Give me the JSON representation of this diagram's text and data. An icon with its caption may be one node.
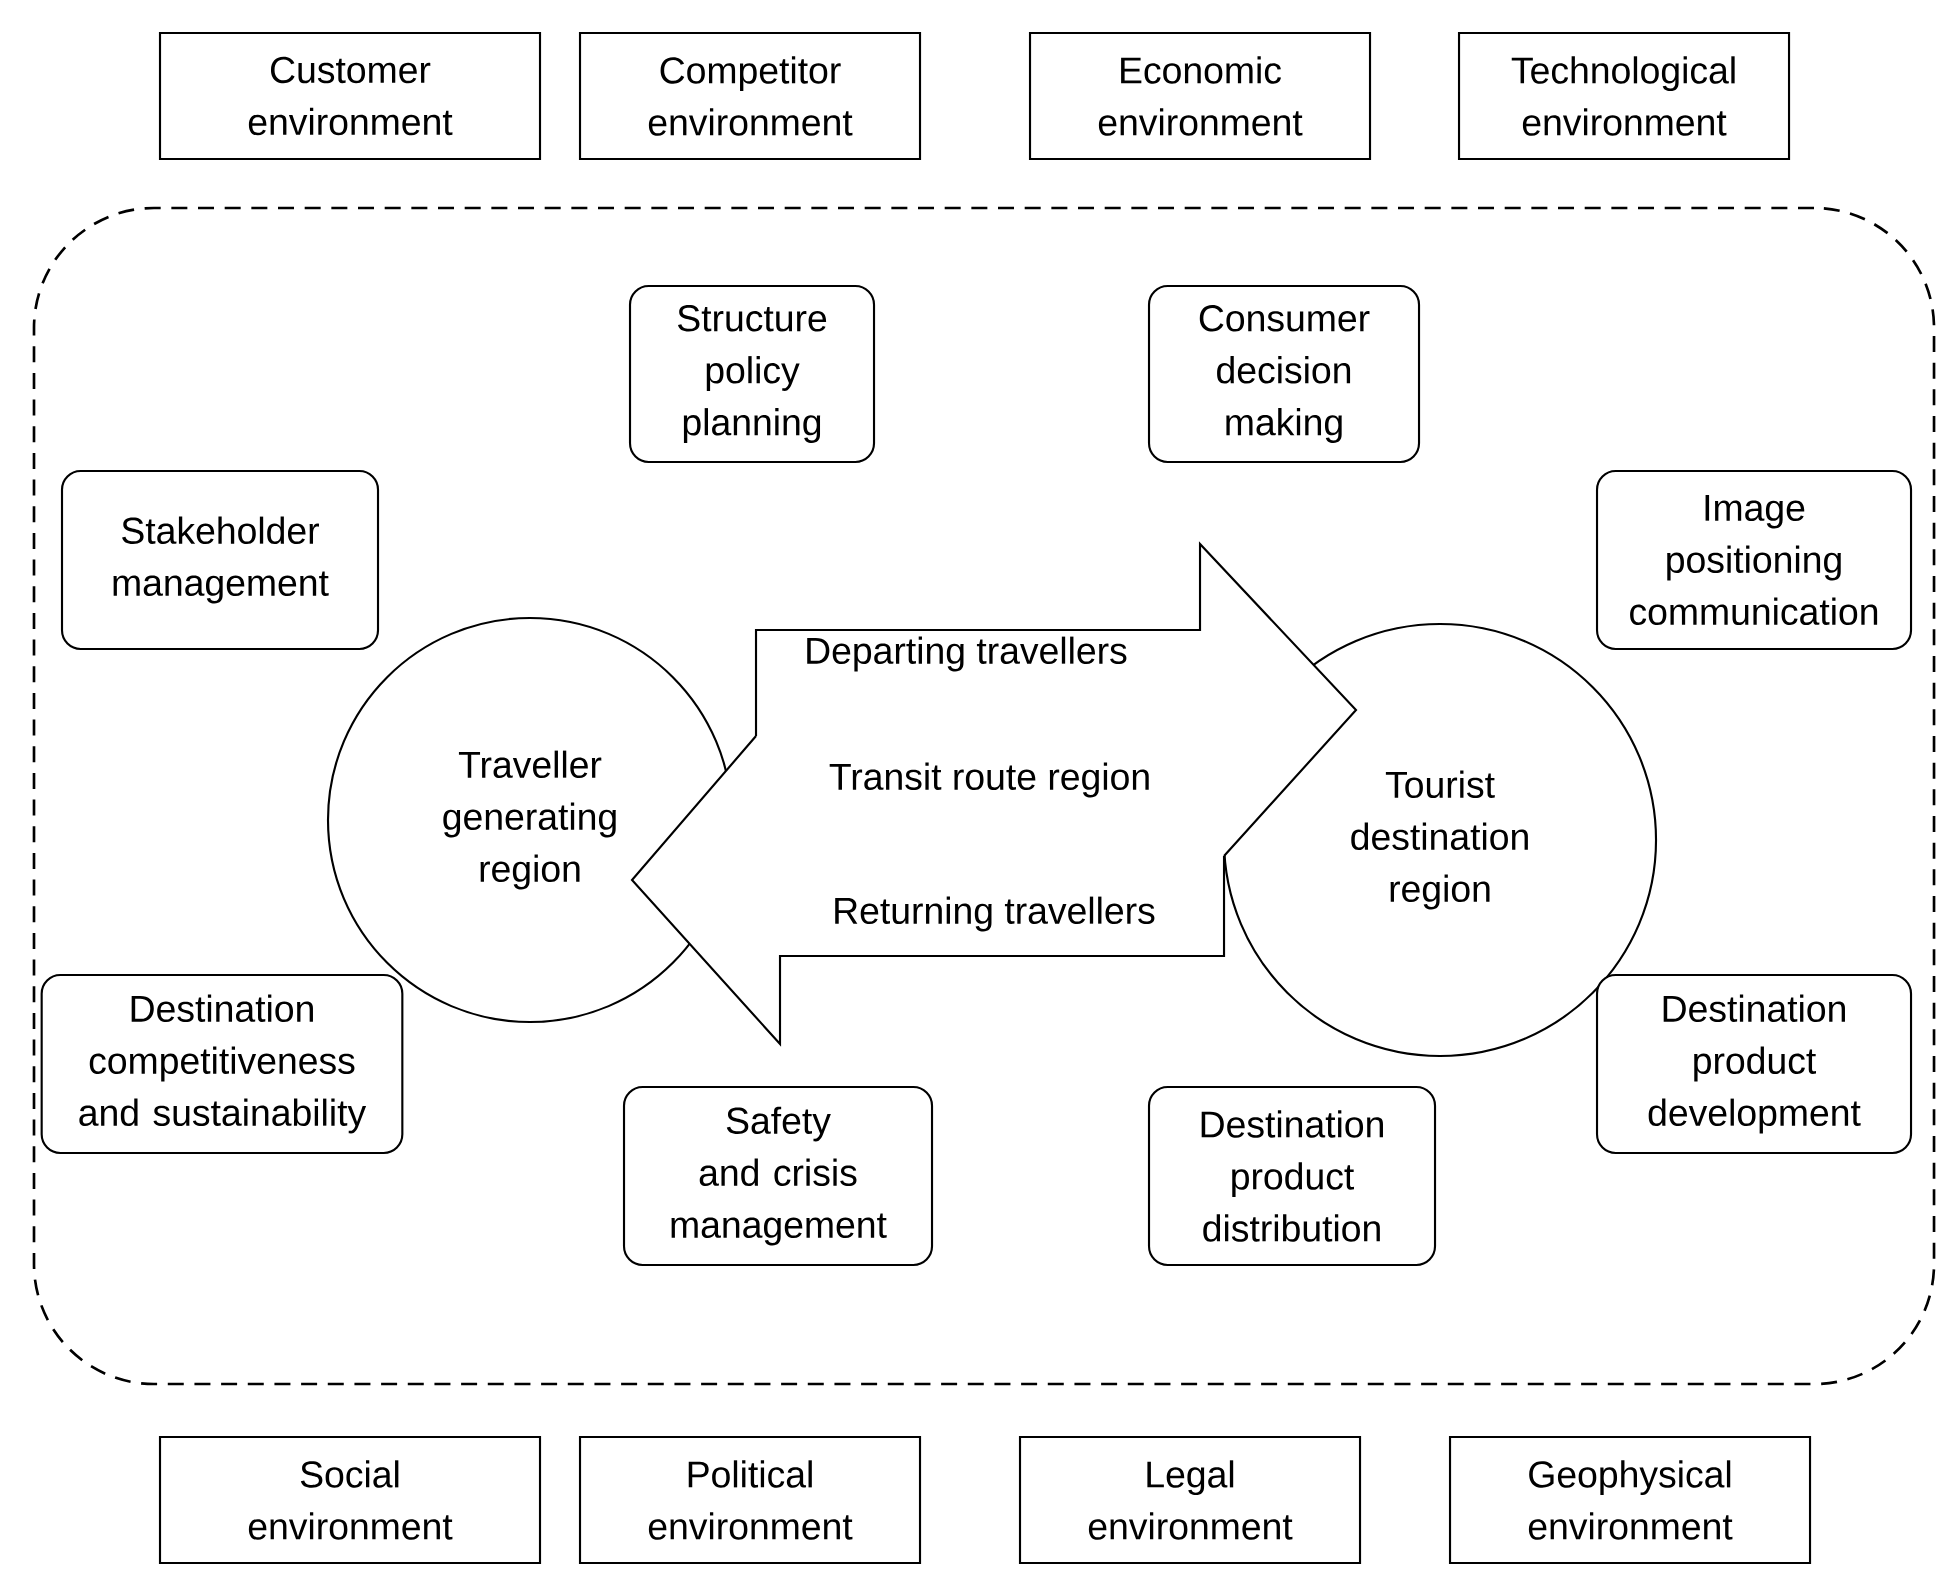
{
  "diagram": {
    "nodes": [
      {
        "text": [
          "Customer environment"
        ]
      },
      {
        "text": [
          "Competitor environment"
        ]
      },
      {
        "text": [
          "Economic environment"
        ]
      },
      {
        "text": [
          "Technological environment"
        ]
      },
      {
        "text": [],
        "shape": "box"
      },
      {
        "text": [
          "Structure policy planning"
        ],
        "in": 4
      },
      {
        "text": [
          "Consumer decision making"
        ],
        "in": 4
      },
      {
        "text": [
          "Stakeholder management"
        ],
        "in": 4
      },
      {
        "text": [
          "Image positioning communication"
        ],
        "in": 4
      },
      {
        "text": [
          "Traveller generating region"
        ],
        "in": 4
      },
      {
        "text": [
          "Tourist destination region"
        ],
        "in": 4
      },
      {
        "text": [
          "Destination competitiveness and sustainability"
        ],
        "in": 4
      },
      {
        "text": [
          "Destination product development"
        ],
        "in": 4
      },
      {
        "text": [
          "Safety and crisis management"
        ],
        "in": 4
      },
      {
        "text": [
          "Destination product distribution"
        ],
        "in": 4
      },
      {
        "text": [
          "Social environment"
        ]
      },
      {
        "text": [
          "Political environment"
        ]
      },
      {
        "text": [
          "Legal environment"
        ]
      },
      {
        "text": [
          "Geophysical environment"
        ]
      }
    ],
    "edges": [
      {
        "from": 9,
        "to": 10,
        "arrow": "to",
        "label": "Departing travellers"
      },
      {
        "from": 10,
        "to": 9,
        "arrow": "to",
        "label": "Returning travellers"
      }
    ],
    "labels": [
      "Transit route region"
    ]
  }
}
